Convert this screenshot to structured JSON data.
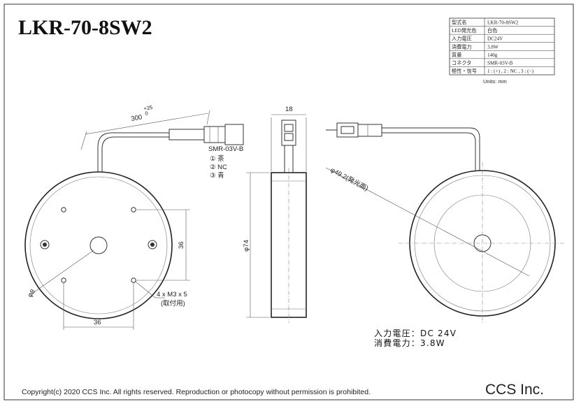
{
  "title": "LKR-70-8SW2",
  "specs": [
    {
      "label": "型式名",
      "value": "LKR-70-8SW2"
    },
    {
      "label": "LED発光色",
      "value": "白色"
    },
    {
      "label": "入力電圧",
      "value": "DC24V"
    },
    {
      "label": "消費電力",
      "value": "3.8W"
    },
    {
      "label": "質量",
      "value": "140g"
    },
    {
      "label": "コネクタ",
      "value": "SMR-03V-B"
    },
    {
      "label": "極性・信号",
      "value": "1 : (+) , 2 : NC , 3 : (−)"
    }
  ],
  "units": "Units: mm",
  "cable": {
    "length": "300",
    "tol_plus": "+25",
    "tol_minus": "0",
    "connector": "SMR-03V-B",
    "pins": [
      "① 茶",
      "② NC",
      "③ 青"
    ]
  },
  "dims": {
    "hole_spacing_v": "36",
    "hole_spacing_h": "36",
    "center_hole": "φ8",
    "mount_holes": "4 x M3 x 5",
    "mount_note": "(取付用)",
    "thickness": "18",
    "outer_dia": "φ74",
    "emit_dia": "φ49.2(発光面)"
  },
  "notes": {
    "voltage": "入力電圧：DC 24V",
    "power": "消費電力：3.8W"
  },
  "copyright": "Copyright(c) 2020 CCS Inc. All rights reserved.  Reproduction or photocopy without permission is prohibited.",
  "company": "CCS Inc."
}
